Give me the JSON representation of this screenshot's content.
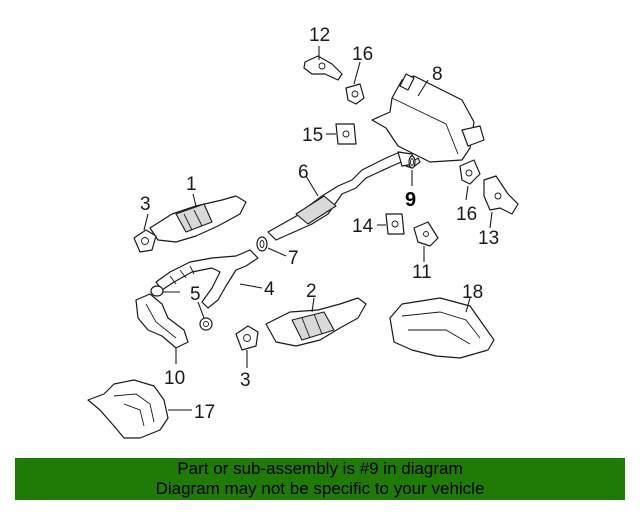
{
  "diagram": {
    "callouts": {
      "c1": "1",
      "c2": "2",
      "c3a": "3",
      "c3b": "3",
      "c4": "4",
      "c5": "5",
      "c6": "6",
      "c7": "7",
      "c8": "8",
      "c9": "9",
      "c10": "10",
      "c11": "11",
      "c12": "12",
      "c13": "13",
      "c14": "14",
      "c15": "15",
      "c16a": "16",
      "c16b": "16",
      "c17": "17",
      "c18": "18"
    },
    "highlight_part": "9"
  },
  "banner": {
    "line1": "Part or sub-assembly is #9 in diagram",
    "line2": "Diagram may not be specific to your vehicle"
  },
  "colors": {
    "banner_bg": "#1f7a06",
    "ink": "#1a1a1a",
    "background": "#ffffff"
  }
}
